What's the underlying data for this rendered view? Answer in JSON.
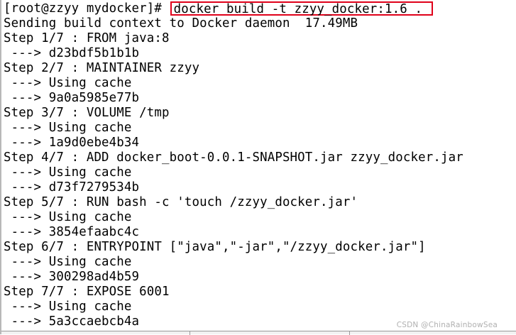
{
  "terminal": {
    "prompt": "[root@zzyy mydocker]# ",
    "command": "docker build -t zzyy_docker:1.6 .",
    "output": [
      "Sending build context to Docker daemon  17.49MB",
      "Step 1/7 : FROM java:8",
      " ---> d23bdf5b1b1b",
      "Step 2/7 : MAINTAINER zzyy",
      " ---> Using cache",
      " ---> 9a0a5985e77b",
      "Step 3/7 : VOLUME /tmp",
      " ---> Using cache",
      " ---> 1a9d0ebe4b34",
      "Step 4/7 : ADD docker_boot-0.0.1-SNAPSHOT.jar zzyy_docker.jar",
      " ---> Using cache",
      " ---> d73f7279534b",
      "Step 5/7 : RUN bash -c 'touch /zzyy_docker.jar'",
      " ---> Using cache",
      " ---> 3854efaabc4c",
      "Step 6/7 : ENTRYPOINT [\"java\",\"-jar\",\"/zzyy_docker.jar\"]",
      " ---> Using cache",
      " ---> 300298ad4b59",
      "Step 7/7 : EXPOSE 6001",
      " ---> Using cache",
      " ---> 5a3ccaebcb4a"
    ]
  },
  "watermark": "CSDN @ChinaRainbowSea",
  "colors": {
    "background": "#ffffff",
    "text": "#000000",
    "highlight_border": "#e0001a"
  }
}
